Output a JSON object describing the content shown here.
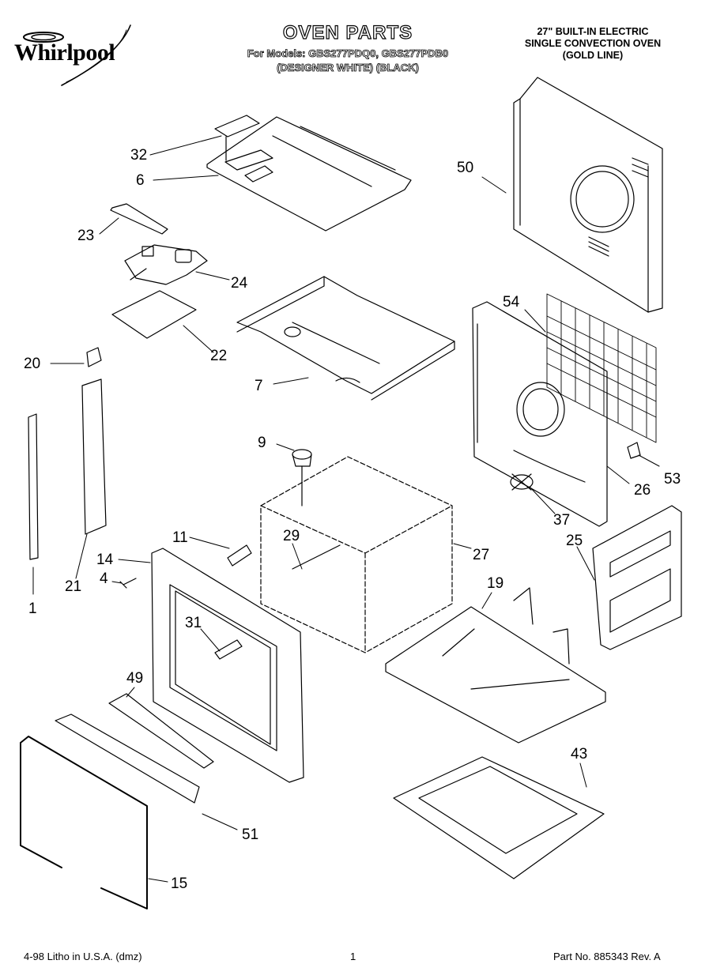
{
  "header": {
    "brand": "Whirlpool",
    "title": "OVEN PARTS",
    "models_line": "For Models: GBS277PDQ0, GBS277PDB0",
    "variants_line": "(DESIGNER WHITE)   (BLACK)",
    "spec_lines": [
      "27\" BUILT-IN ELECTRIC",
      "SINGLE CONVECTION OVEN",
      "(GOLD LINE)"
    ]
  },
  "callouts": [
    "32",
    "6",
    "23",
    "24",
    "22",
    "20",
    "7",
    "50",
    "54",
    "9",
    "53",
    "26",
    "37",
    "25",
    "27",
    "11",
    "29",
    "14",
    "4",
    "21",
    "1",
    "31",
    "19",
    "49",
    "43",
    "51",
    "15"
  ],
  "footer": {
    "left": "4-98 Litho in U.S.A. (dmz)",
    "center": "1",
    "right": "Part No. 885343 Rev. A"
  }
}
